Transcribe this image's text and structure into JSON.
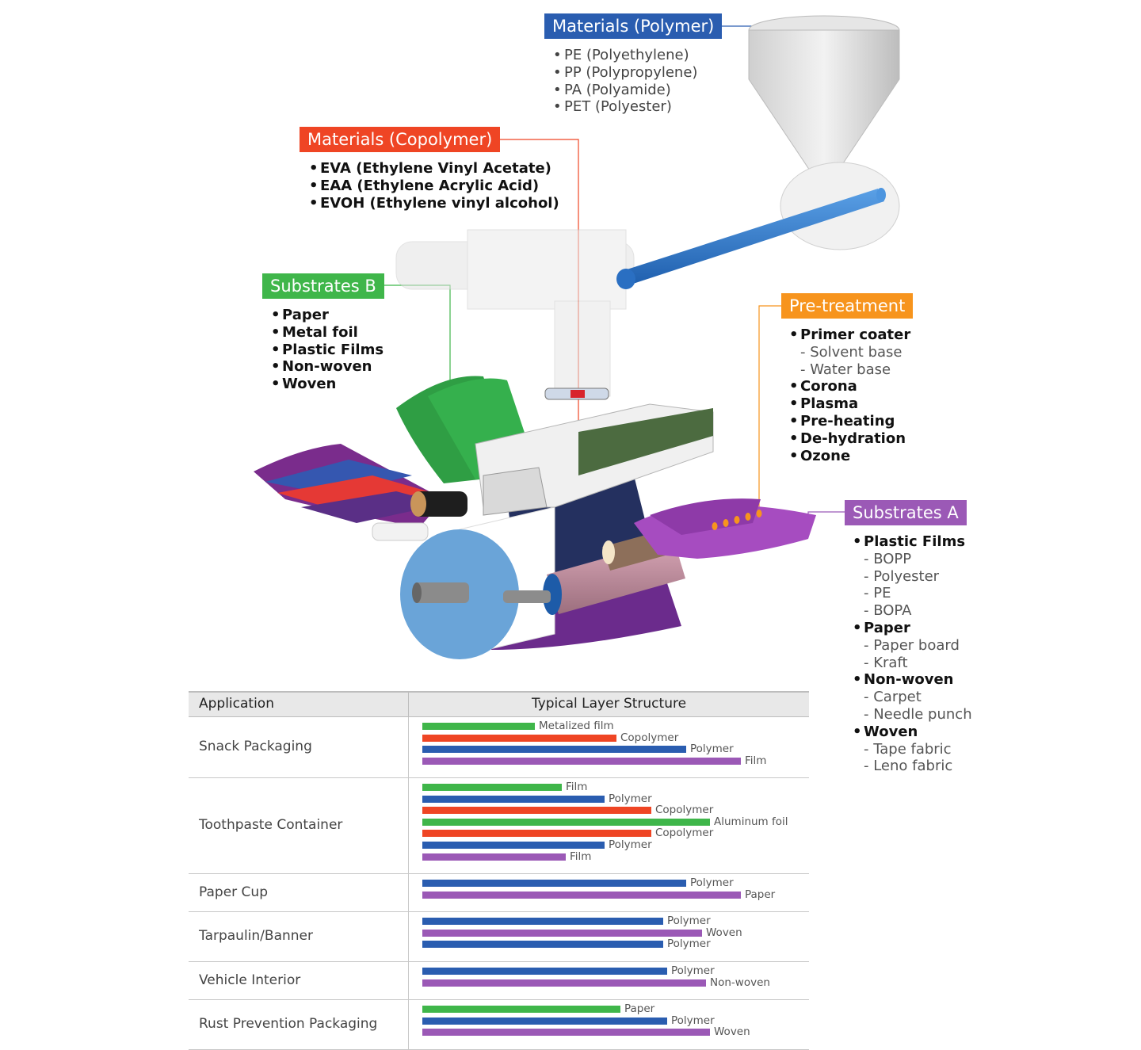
{
  "colors": {
    "polymer": "#2a5db0",
    "copolymer": "#ef4524",
    "substrates_b": "#3fb64a",
    "pretreatment": "#f7941d",
    "substrates_a": "#9b59b6"
  },
  "materials_polymer": {
    "title": "Materials (Polymer)",
    "items": [
      "PE (Polyethylene)",
      "PP (Polypropylene)",
      "PA (Polyamide)",
      "PET (Polyester)"
    ]
  },
  "materials_copolymer": {
    "title": "Materials (Copolymer)",
    "items": [
      "EVA (Ethylene Vinyl Acetate)",
      "EAA (Ethylene Acrylic Acid)",
      "EVOH (Ethylene vinyl alcohol)"
    ]
  },
  "substrates_b": {
    "title": "Substrates B",
    "items": [
      "Paper",
      "Metal foil",
      "Plastic Films",
      "Non-woven",
      "Woven"
    ]
  },
  "pretreatment": {
    "title": "Pre-treatment",
    "primer": "Primer coater",
    "primer_subs": [
      "Solvent base",
      "Water base"
    ],
    "items": [
      "Corona",
      "Plasma",
      "Pre-heating",
      "De-hydration",
      "Ozone"
    ]
  },
  "substrates_a": {
    "title": "Substrates A",
    "groups": [
      {
        "name": "Plastic Films",
        "subs": [
          "BOPP",
          "Polyester",
          "PE",
          "BOPA"
        ]
      },
      {
        "name": "Paper",
        "subs": [
          "Paper board",
          "Kraft"
        ]
      },
      {
        "name": "Non-woven",
        "subs": [
          "Carpet",
          "Needle punch"
        ]
      },
      {
        "name": "Woven",
        "subs": [
          "Tape fabric",
          "Leno fabric"
        ]
      }
    ]
  },
  "table": {
    "col_application": "Application",
    "col_structure": "Typical Layer Structure",
    "rows": [
      {
        "application": "Snack Packaging",
        "layers": [
          {
            "label": "Metalized film",
            "kind": "substrates_b",
            "len": 0.29
          },
          {
            "label": "Copolymer",
            "kind": "copolymer",
            "len": 0.5
          },
          {
            "label": "Polymer",
            "kind": "polymer",
            "len": 0.68
          },
          {
            "label": "Film",
            "kind": "substrates_a",
            "len": 0.82
          }
        ]
      },
      {
        "application": "Toothpaste Container",
        "layers": [
          {
            "label": "Film",
            "kind": "substrates_b",
            "len": 0.36
          },
          {
            "label": "Polymer",
            "kind": "polymer",
            "len": 0.47
          },
          {
            "label": "Copolymer",
            "kind": "copolymer",
            "len": 0.59
          },
          {
            "label": "Aluminum foil",
            "kind": "substrates_b",
            "len": 0.74
          },
          {
            "label": "Copolymer",
            "kind": "copolymer",
            "len": 0.59
          },
          {
            "label": "Polymer",
            "kind": "polymer",
            "len": 0.47
          },
          {
            "label": "Film",
            "kind": "substrates_a",
            "len": 0.37
          }
        ]
      },
      {
        "application": "Paper Cup",
        "layers": [
          {
            "label": "Polymer",
            "kind": "polymer",
            "len": 0.68
          },
          {
            "label": "Paper",
            "kind": "substrates_a",
            "len": 0.82
          }
        ]
      },
      {
        "application": "Tarpaulin/Banner",
        "layers": [
          {
            "label": "Polymer",
            "kind": "polymer",
            "len": 0.62
          },
          {
            "label": "Woven",
            "kind": "substrates_a",
            "len": 0.72
          },
          {
            "label": "Polymer",
            "kind": "polymer",
            "len": 0.62
          }
        ]
      },
      {
        "application": "Vehicle Interior",
        "layers": [
          {
            "label": "Polymer",
            "kind": "polymer",
            "len": 0.63
          },
          {
            "label": "Non-woven",
            "kind": "substrates_a",
            "len": 0.73
          }
        ]
      },
      {
        "application": "Rust Prevention Packaging",
        "layers": [
          {
            "label": "Paper",
            "kind": "substrates_b",
            "len": 0.51
          },
          {
            "label": "Polymer",
            "kind": "polymer",
            "len": 0.63
          },
          {
            "label": "Woven",
            "kind": "substrates_a",
            "len": 0.74
          }
        ]
      }
    ]
  }
}
